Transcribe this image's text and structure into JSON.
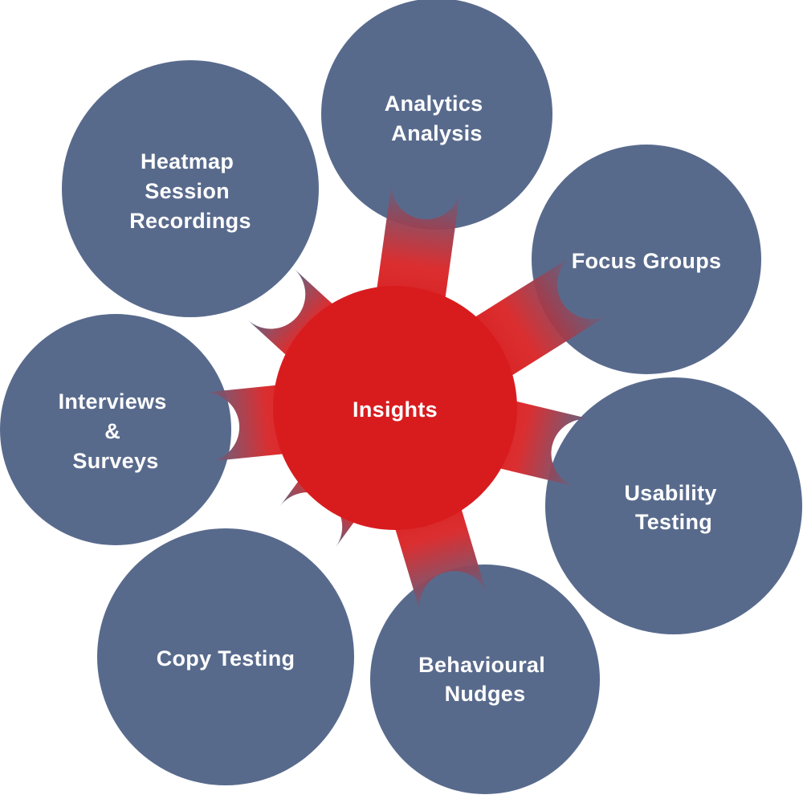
{
  "diagram": {
    "center": {
      "label": "Insights"
    },
    "nodes": [
      {
        "id": "analytics",
        "lines": [
          "Analytics",
          "Analysis"
        ]
      },
      {
        "id": "focus-groups",
        "lines": [
          "Focus Groups"
        ]
      },
      {
        "id": "usability",
        "lines": [
          "Usability",
          "Testing"
        ]
      },
      {
        "id": "behavioural",
        "lines": [
          "Behavioural",
          "Nudges"
        ]
      },
      {
        "id": "copy-testing",
        "lines": [
          "Copy Testing"
        ]
      },
      {
        "id": "interviews",
        "lines": [
          "Interviews",
          "&",
          "Surveys"
        ]
      },
      {
        "id": "heatmap",
        "lines": [
          "Heatmap",
          "Session",
          "Recordings"
        ]
      }
    ]
  },
  "colors": {
    "node": "#586a8c",
    "hub": "#d81c1e",
    "connector_start": "#d81c1e",
    "connector_end": "#586a8c",
    "text": "#ffffff"
  }
}
